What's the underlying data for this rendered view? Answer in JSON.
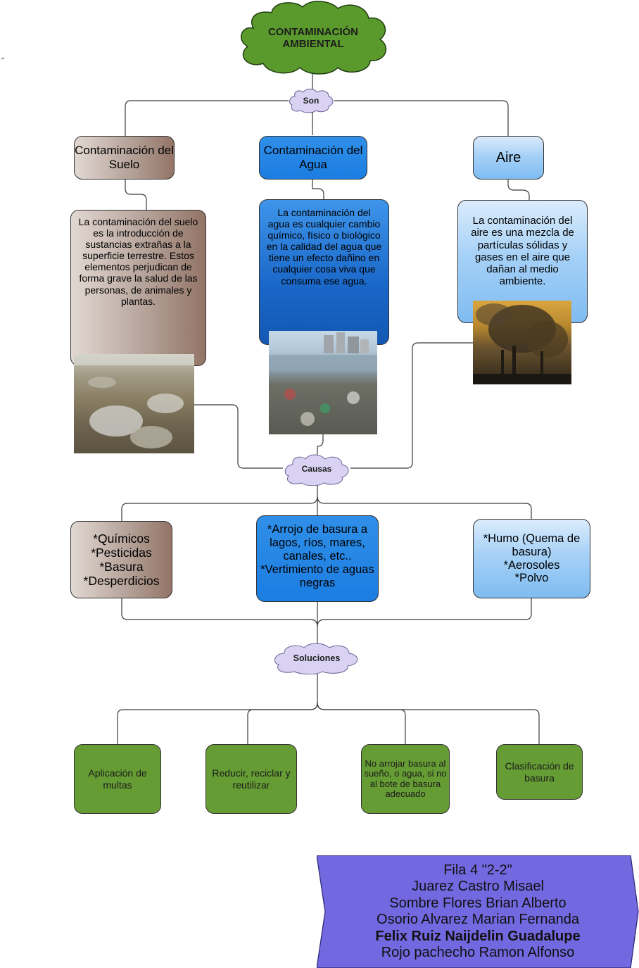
{
  "title": "CONTAMINACIÓN AMBIENTAL",
  "connectors": {
    "son": "Son",
    "causas": "Causas",
    "soluciones": "Soluciones"
  },
  "types": [
    {
      "heading": "Contaminación del Suelo",
      "description": "La contaminación del suelo es la introducción de sustancias extrañas a la superficie terrestre. Estos elementos perjudican de forma grave la salud de las personas, de animales y plantas."
    },
    {
      "heading": "Contaminación del Agua",
      "description": "La contaminación del agua es cualquier cambio químico, físico o biológico en la calidad del agua que tiene un efecto dañino en cualquier cosa viva que consuma ese agua."
    },
    {
      "heading": "Aire",
      "description": "La contaminación del aire es una mezcla de partículas sólidas y gases en el aire que dañan al medio ambiente."
    }
  ],
  "causes": [
    {
      "lines": [
        "*Químicos",
        "*Pesticidas",
        "*Basura",
        "*Desperdicios"
      ]
    },
    {
      "lines": [
        "*Arrojo de basura a lagos, ríos, mares, canales, etc..",
        "*Vertimiento de aguas negras"
      ]
    },
    {
      "lines": [
        "*Humo (Quema de basura)",
        "*Aerosoles",
        "*Polvo"
      ]
    }
  ],
  "solutions": [
    "Aplicación de multas",
    "Reducir, reciclar y reutilizar",
    "No arrojar basura al sueño, o agua, si no al bote de basura adecuado",
    "Clasificación de basura"
  ],
  "credits": {
    "line1": "Fila 4 \"2-2\"",
    "line2": "Juarez Castro Misael",
    "line3": "Sombre Flores Brian Alberto",
    "line4": "Osorio Alvarez Marian Fernanda",
    "line5": "Felix Ruiz Naijdelin Guadalupe",
    "line6": "Rojo pachecho Ramon Alfonso"
  },
  "colors": {
    "title_cloud": "#5a9a2c",
    "connector_cloud": "#d9d2f2",
    "solution_green": "#669c34",
    "credits_banner": "#7268e0"
  }
}
